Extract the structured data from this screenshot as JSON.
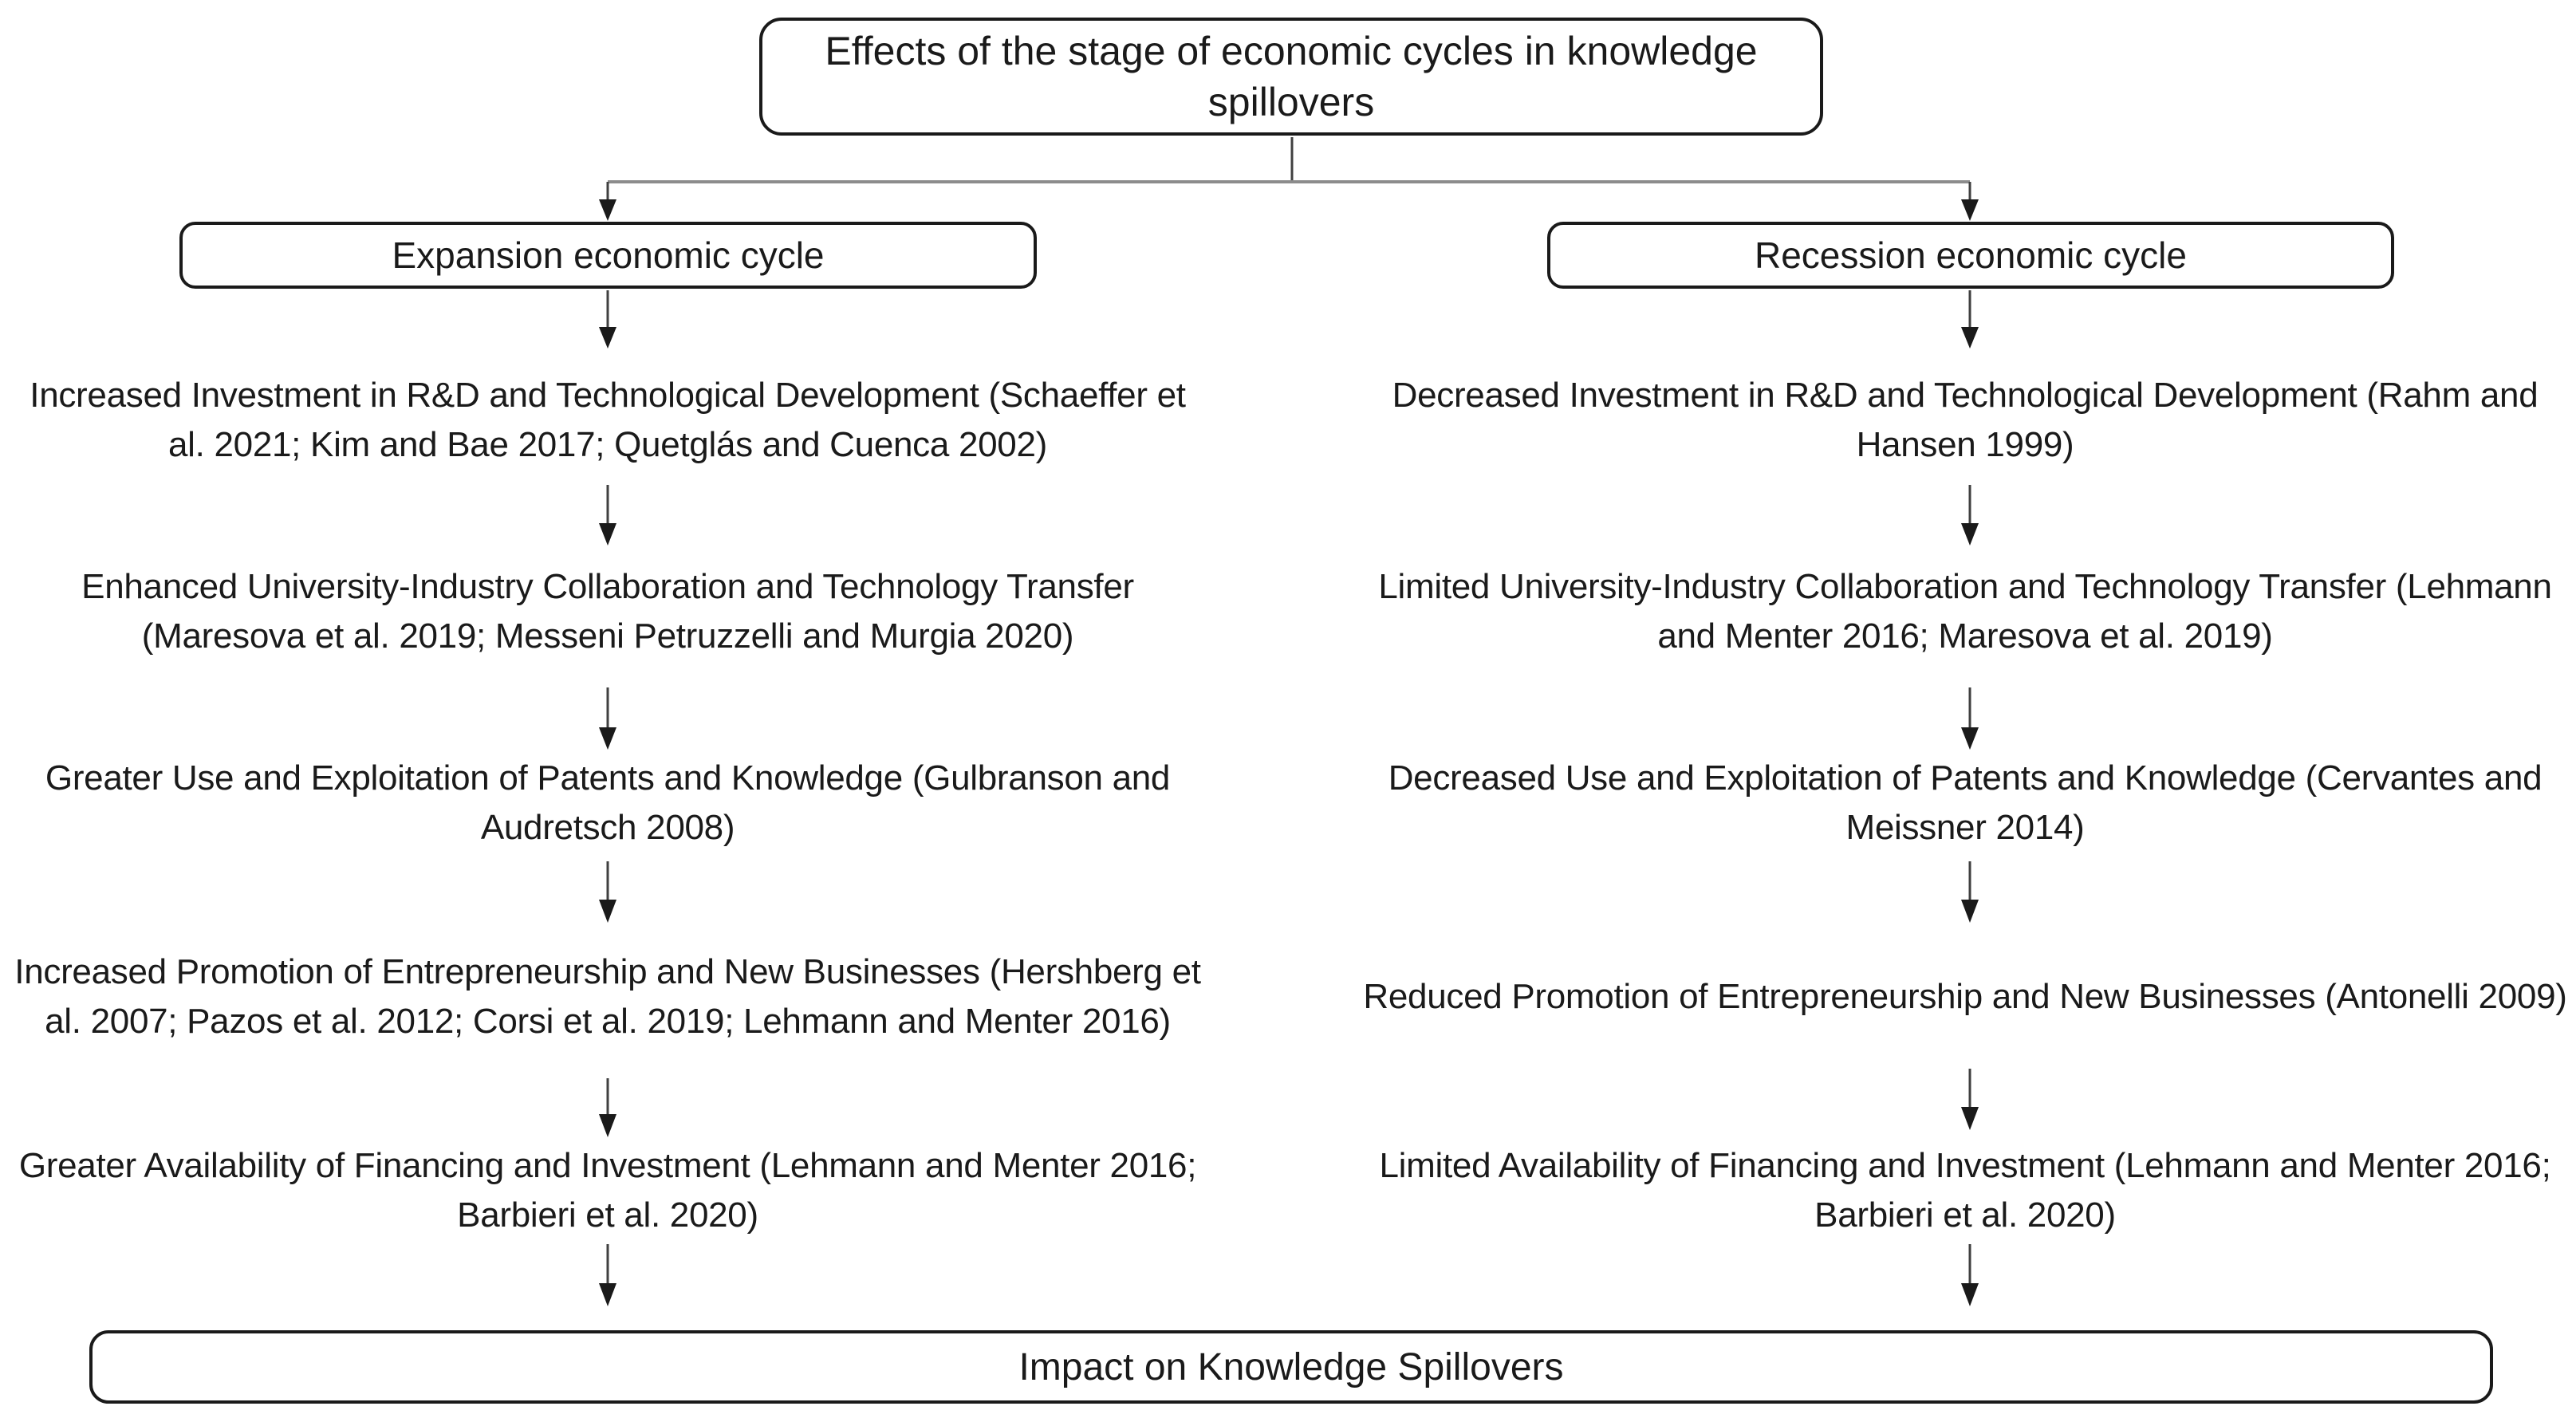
{
  "diagram": {
    "title": "Effects of the stage of economic cycles in knowledge spillovers",
    "branches": [
      {
        "label": "Expansion economic cycle",
        "items": [
          "Increased Investment in R&D and Technological Development (Schaeffer et al. 2021; Kim and Bae 2017; Quetglás and Cuenca 2002)",
          "Enhanced University-Industry Collaboration and Technology Transfer (Maresova et al. 2019; Messeni Petruzzelli and Murgia 2020)",
          "Greater Use and Exploitation of Patents and Knowledge (Gulbranson and Audretsch 2008)",
          "Increased Promotion of Entrepreneurship and New Businesses (Hershberg et al. 2007; Pazos et al. 2012; Corsi et al. 2019; Lehmann and Menter 2016)",
          "Greater Availability of Financing and Investment (Lehmann and Menter 2016; Barbieri et al. 2020)"
        ]
      },
      {
        "label": "Recession economic cycle",
        "items": [
          "Decreased Investment in R&D and Technological Development (Rahm and Hansen 1999)",
          "Limited University-Industry Collaboration and Technology Transfer (Lehmann and Menter 2016; Maresova et al. 2019)",
          "Decreased Use and Exploitation of Patents and Knowledge (Cervantes and Meissner 2014)",
          "Reduced Promotion of Entrepreneurship and New Businesses (Antonelli 2009)",
          "Limited Availability of Financing and Investment (Lehmann and Menter 2016; Barbieri et al. 2020)"
        ]
      }
    ],
    "footer": "Impact on Knowledge Spillovers",
    "colors": {
      "background": "#ffffff",
      "box_border": "#1a1a1a",
      "text": "#1a1a1a",
      "connector": "#404040",
      "connector_horizontal": "#8c8c8c"
    }
  }
}
